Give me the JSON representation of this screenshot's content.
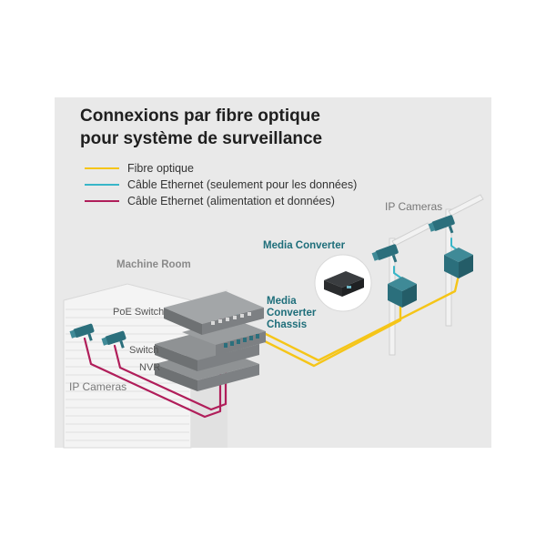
{
  "title": {
    "line1": "Connexions par fibre optique",
    "line2": "pour système de surveillance"
  },
  "legend": [
    {
      "label": "Fibre optique",
      "color": "#f5c518"
    },
    {
      "label": "Câble Ethernet (seulement pour les données)",
      "color": "#38b6c8"
    },
    {
      "label": "Câble Ethernet (alimentation et données)",
      "color": "#b01e5a"
    }
  ],
  "labels": {
    "machine_room": "Machine Room",
    "poe_switch": "PoE Switch",
    "switch": "Switch",
    "nvr": "NVR",
    "ip_cameras_left": "IP Cameras",
    "ip_cameras_right": "IP Cameras",
    "media_converter": "Media Converter",
    "mcc_line1": "Media",
    "mcc_line2": "Converter",
    "mcc_line3": "Chassis"
  },
  "colors": {
    "panel": "#e9e9e9",
    "device": "#8f9294",
    "device_dark": "#6e7173",
    "building": "#f3f3f3",
    "teal_box": "#2b6f7c"
  }
}
